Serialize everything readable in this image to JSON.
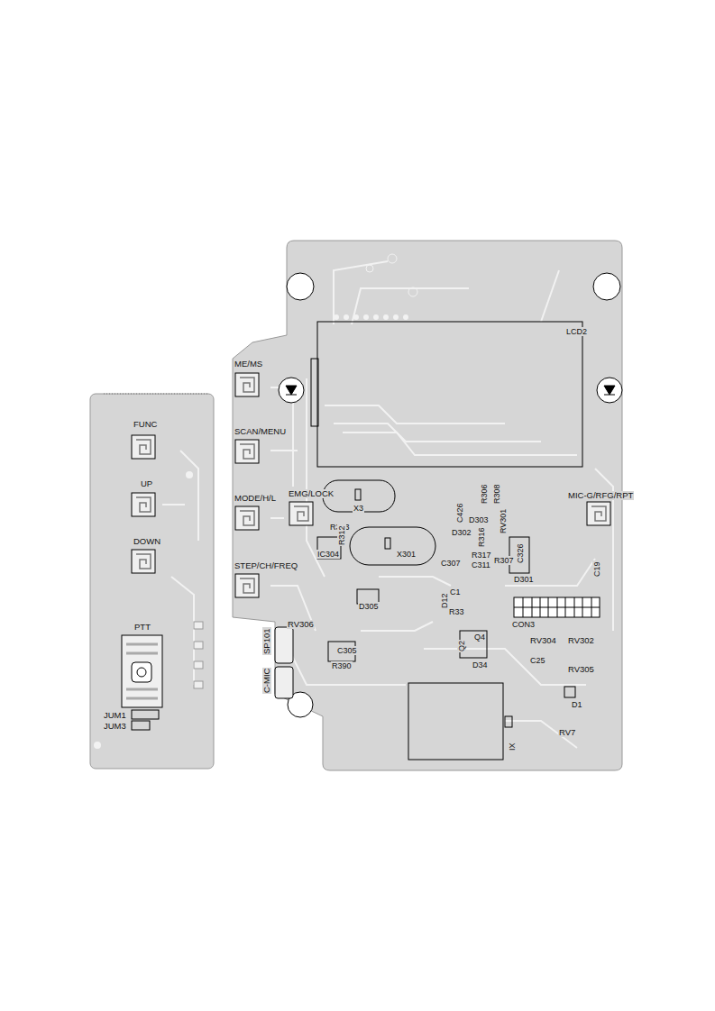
{
  "diagram": {
    "labels": [
      "FUNC",
      "UP",
      "DOWN",
      "PTT",
      "JUM1",
      "JUM3",
      "ME/MS",
      "SCAN/MENU",
      "MODE/H/L",
      "STEP/CH/FREQ",
      "EMG/LOCK",
      "LCD2",
      "X3",
      "R313",
      "R312",
      "IC304",
      "X301",
      "D305",
      "RV306",
      "SP101",
      "C-MIC",
      "C305",
      "R390",
      "C426",
      "R306",
      "R308",
      "D303",
      "D302",
      "R316",
      "RV301",
      "C307",
      "R317",
      "C311",
      "R307",
      "C326",
      "D301",
      "MIC-G/RFG/RPT",
      "C19",
      "D12",
      "C1",
      "R33",
      "CON3",
      "Q2",
      "Q4",
      "D34",
      "RV304",
      "C25",
      "RV302",
      "RV305",
      "D1",
      "RV7",
      "IX"
    ]
  }
}
